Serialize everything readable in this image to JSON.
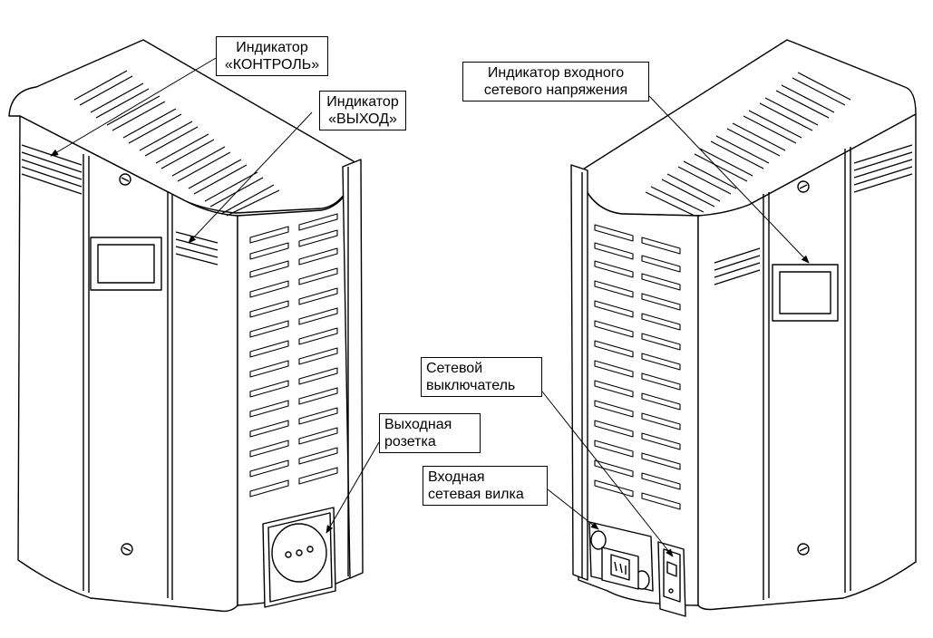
{
  "labels": {
    "indicator_control": {
      "line1": "Индикатор",
      "line2": "«КОНТРОЛЬ»"
    },
    "indicator_output": {
      "line1": "Индикатор",
      "line2": "«ВЫХОД»"
    },
    "output_socket": {
      "line1": "Выходная",
      "line2": "розетка"
    },
    "input_voltage_indicator": {
      "line1": "Индикатор входного",
      "line2": "сетевого напряжения"
    },
    "power_switch": {
      "line1": "Сетевой",
      "line2": "выключатель"
    },
    "input_plug": {
      "line1": "Входная",
      "line2": "сетевая вилка"
    }
  },
  "colors": {
    "line": "#000000",
    "body": "#ffffff"
  }
}
